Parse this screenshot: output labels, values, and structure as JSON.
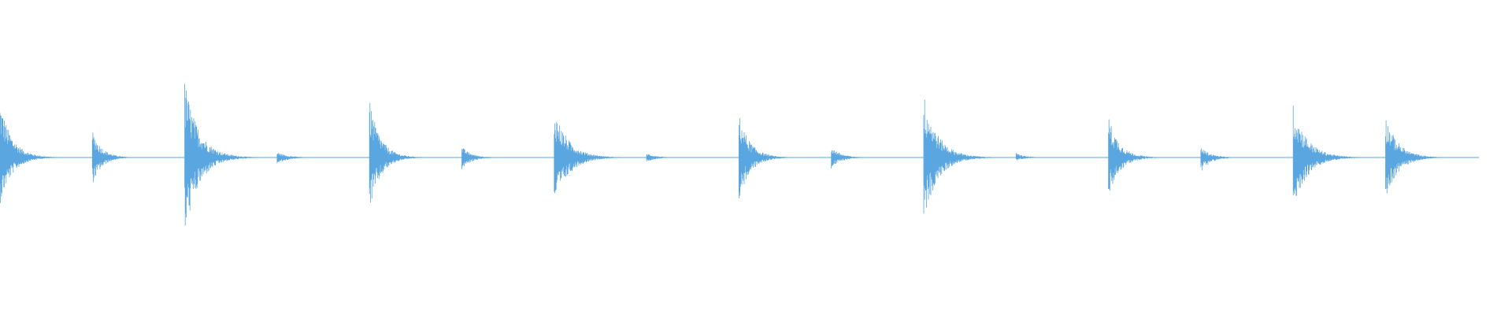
{
  "waveform": {
    "color": "#5aa6e0",
    "baseline_color": "#5aa6e0",
    "background": "#ffffff",
    "hits": [
      {
        "amp_up": 0.52,
        "amp_down": 0.43,
        "decay": 0.38,
        "tail": 0.9
      },
      {
        "amp_up": 0.25,
        "amp_down": 0.25,
        "decay": 0.3,
        "tail": 0.8
      },
      {
        "amp_up": 0.7,
        "amp_down": 0.71,
        "decay": 0.45,
        "tail": 0.95
      },
      {
        "amp_up": 0.05,
        "amp_down": 0.06,
        "decay": 0.35,
        "tail": 0.9
      },
      {
        "amp_up": 0.52,
        "amp_down": 0.5,
        "decay": 0.35,
        "tail": 0.9
      },
      {
        "amp_up": 0.1,
        "amp_down": 0.11,
        "decay": 0.3,
        "tail": 0.8
      },
      {
        "amp_up": 0.45,
        "amp_down": 0.44,
        "decay": 0.45,
        "tail": 1.0
      },
      {
        "amp_up": 0.04,
        "amp_down": 0.04,
        "decay": 0.3,
        "tail": 0.6
      },
      {
        "amp_up": 0.4,
        "amp_down": 0.4,
        "decay": 0.35,
        "tail": 0.85
      },
      {
        "amp_up": 0.1,
        "amp_down": 0.1,
        "decay": 0.3,
        "tail": 0.7
      },
      {
        "amp_up": 0.58,
        "amp_down": 0.58,
        "decay": 0.45,
        "tail": 0.95
      },
      {
        "amp_up": 0.04,
        "amp_down": 0.03,
        "decay": 0.3,
        "tail": 0.6
      },
      {
        "amp_up": 0.38,
        "amp_down": 0.38,
        "decay": 0.35,
        "tail": 0.85
      },
      {
        "amp_up": 0.1,
        "amp_down": 0.14,
        "decay": 0.3,
        "tail": 0.8
      },
      {
        "amp_up": 0.48,
        "amp_down": 0.48,
        "decay": 0.45,
        "tail": 0.95
      },
      {
        "amp_up": 0.38,
        "amp_down": 0.38,
        "decay": 0.4,
        "tail": 0.95
      }
    ]
  }
}
